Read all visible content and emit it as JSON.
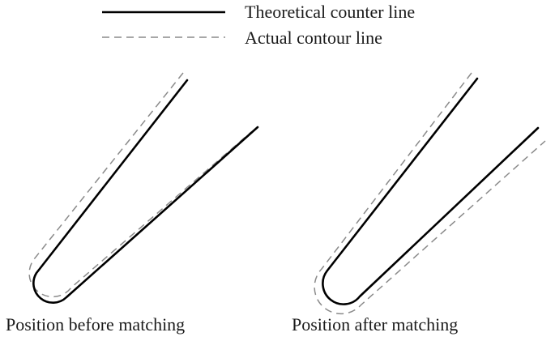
{
  "legend": {
    "theoretical_label": "Theoretical counter line",
    "actual_label": "Actual contour line"
  },
  "panels": [
    {
      "caption": "Position before matching"
    },
    {
      "caption": "Position after matching"
    }
  ],
  "colors": {
    "theoretical": "#000000",
    "actual": "#8a8a8a"
  }
}
